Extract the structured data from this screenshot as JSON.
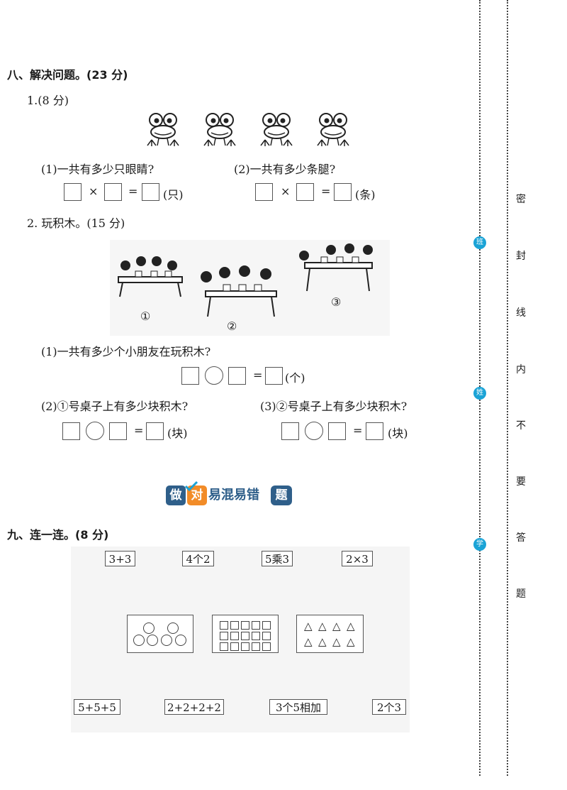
{
  "section8": {
    "title": "八、解决问题。(23 分)",
    "q1": {
      "label": "1.(8 分)",
      "sub1": "(1)一共有多少只眼睛?",
      "sub2": "(2)一共有多少条腿?",
      "times": "×",
      "equals": "=",
      "unit1": "(只)",
      "unit2": "(条)"
    },
    "q2": {
      "label": "2. 玩积木。(15 分)",
      "marker1": "①",
      "marker2": "②",
      "marker3": "③",
      "sub1": "(1)一共有多少个小朋友在玩积木?",
      "sub2": "(2)①号桌子上有多少块积木?",
      "sub3": "(3)②号桌子上有多少块积木?",
      "equals": "=",
      "unit_people": "(个)",
      "unit_blocks": "(块)"
    }
  },
  "banner": {
    "tile1": "做",
    "tile2": "对",
    "text": "易混易错",
    "end": "题"
  },
  "section9": {
    "title": "九、连一连。(8 分)",
    "top_cards": [
      "3+3",
      "4个2",
      "5乘3",
      "2×3"
    ],
    "bottom_cards": [
      "5+5+5",
      "2+2+2+2",
      "3个5相加",
      "2个3"
    ],
    "triangle_glyph": "△"
  },
  "margin": {
    "chars": [
      "密",
      "封",
      "线",
      "内",
      "不",
      "要",
      "答",
      "题"
    ],
    "dots": [
      "班",
      "姓",
      "学"
    ]
  },
  "colors": {
    "accent_blue": "#1aa3d6",
    "banner_dark": "#2f5f8a",
    "banner_orange": "#f28c28"
  }
}
